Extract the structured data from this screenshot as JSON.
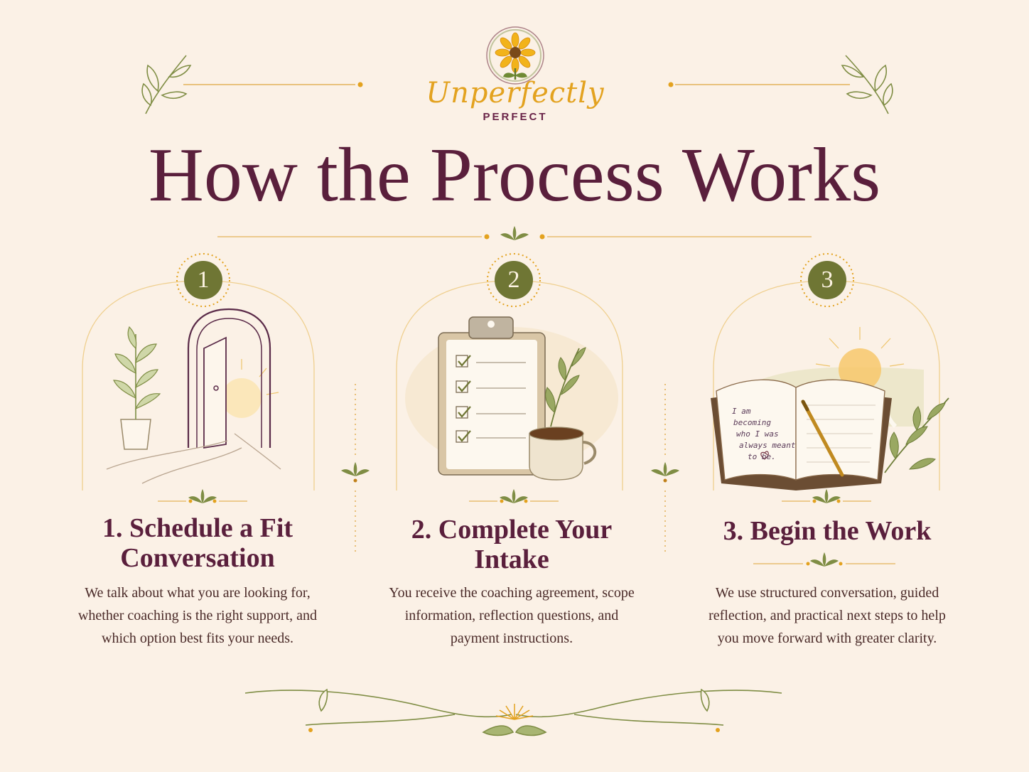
{
  "brand": {
    "name": "Unperfectly",
    "subname": "PERFECT"
  },
  "title": "How the Process Works",
  "steps": [
    {
      "number": "1",
      "title_line1": "1. Schedule a Fit",
      "title_line2": "Conversation",
      "description": "We talk about what you are looking for, whether coaching is the right support, and which option best fits your needs."
    },
    {
      "number": "2",
      "title_line1": "2. Complete Your",
      "title_line2": "Intake",
      "description": "You receive the coaching agreement, scope information, reflection questions, and payment instructions."
    },
    {
      "number": "3",
      "title_line1": "3. Begin the Work",
      "title_line2": "",
      "description": "We use structured conversation, guided reflection, and practical next steps to help you move forward with greater clarity."
    }
  ],
  "journal_text": [
    "I am",
    "becoming",
    "who I was",
    "always meant",
    "to be."
  ],
  "colors": {
    "background": "#fbf1e6",
    "title": "#5a1f3c",
    "accent_gold": "#e3a21f",
    "badge_green": "#6f7634",
    "leaf_green": "#8a9a55"
  }
}
